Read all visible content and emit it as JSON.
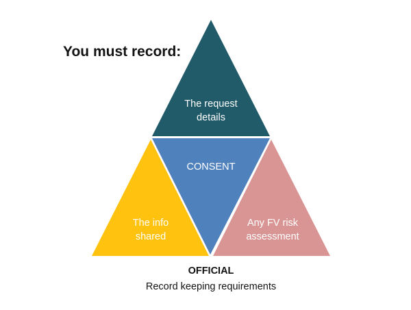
{
  "heading": "You must record:",
  "segments": {
    "top": {
      "line1": "The request",
      "line2": "details",
      "color": "#215a69"
    },
    "center": {
      "line1": "CONSENT",
      "color": "#4f81bd"
    },
    "left": {
      "line1": "The info",
      "line2": "shared",
      "color": "#fec20f"
    },
    "right": {
      "line1": "Any FV risk",
      "line2": "assessment",
      "color": "#d99594"
    }
  },
  "footer": {
    "classification": "OFFICIAL",
    "caption": "Record keeping requirements"
  }
}
